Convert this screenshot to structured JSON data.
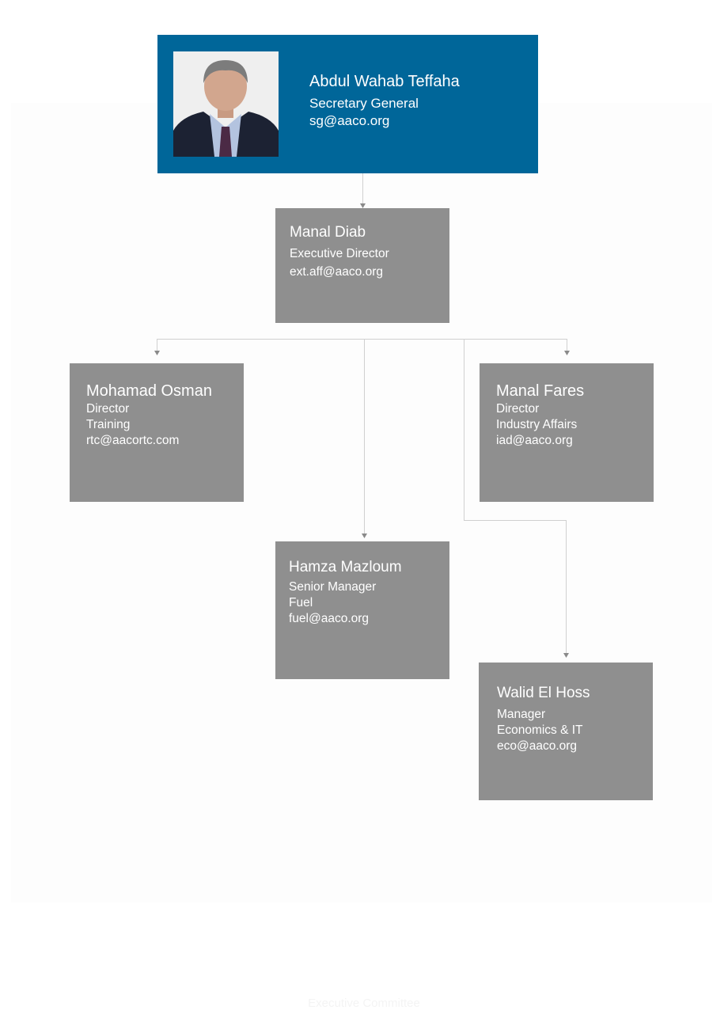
{
  "nodes": {
    "secretary_general": {
      "name": "Abdul Wahab Teffaha",
      "title": "Secretary General",
      "email": "sg@aaco.org"
    },
    "executive_director": {
      "name": "Manal Diab",
      "title": "Executive Director",
      "email": "ext.aff@aaco.org"
    },
    "training": {
      "name": "Mohamad Osman",
      "title": "Director",
      "department": "Training",
      "email": "rtc@aacortc.com"
    },
    "industry_affairs": {
      "name": "Manal Fares",
      "title": "Director",
      "department": "Industry Affairs",
      "email": "iad@aaco.org"
    },
    "fuel": {
      "name": "Hamza Mazloum",
      "title": "Senior Manager",
      "department": "Fuel",
      "email": "fuel@aaco.org"
    },
    "economics": {
      "name": "Walid El Hoss",
      "title": "Manager",
      "department": "Economics & IT",
      "email": "eco@aaco.org"
    }
  },
  "footer": {
    "text": "Executive Committee"
  },
  "colors": {
    "header_box": "#006699",
    "node_box": "#8f8f8f",
    "connector": "#d0d0d0",
    "arrow": "#8a8a8a"
  }
}
